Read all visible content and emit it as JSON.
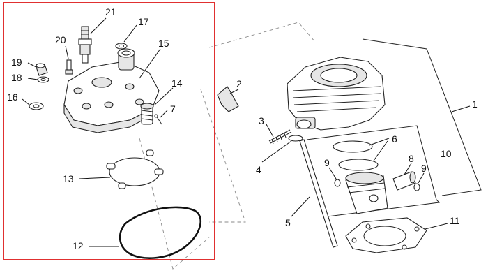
{
  "colors": {
    "highlight_box": "#e03030",
    "line": "#222222",
    "background": "#ffffff"
  },
  "callouts": [
    {
      "id": "c21",
      "label": "21"
    },
    {
      "id": "c17",
      "label": "17"
    },
    {
      "id": "c20",
      "label": "20"
    },
    {
      "id": "c15",
      "label": "15"
    },
    {
      "id": "c19",
      "label": "19"
    },
    {
      "id": "c18",
      "label": "18"
    },
    {
      "id": "c16",
      "label": "16"
    },
    {
      "id": "c14",
      "label": "14"
    },
    {
      "id": "c7",
      "label": "7"
    },
    {
      "id": "c13",
      "label": "13"
    },
    {
      "id": "c12",
      "label": "12"
    },
    {
      "id": "c2",
      "label": "2"
    },
    {
      "id": "c3",
      "label": "3"
    },
    {
      "id": "c4",
      "label": "4"
    },
    {
      "id": "c5",
      "label": "5"
    },
    {
      "id": "c6",
      "label": "6"
    },
    {
      "id": "c8",
      "label": "8"
    },
    {
      "id": "c9a",
      "label": "9"
    },
    {
      "id": "c9b",
      "label": "9"
    },
    {
      "id": "c10",
      "label": "10"
    },
    {
      "id": "c11",
      "label": "11"
    },
    {
      "id": "c1",
      "label": "1"
    }
  ]
}
